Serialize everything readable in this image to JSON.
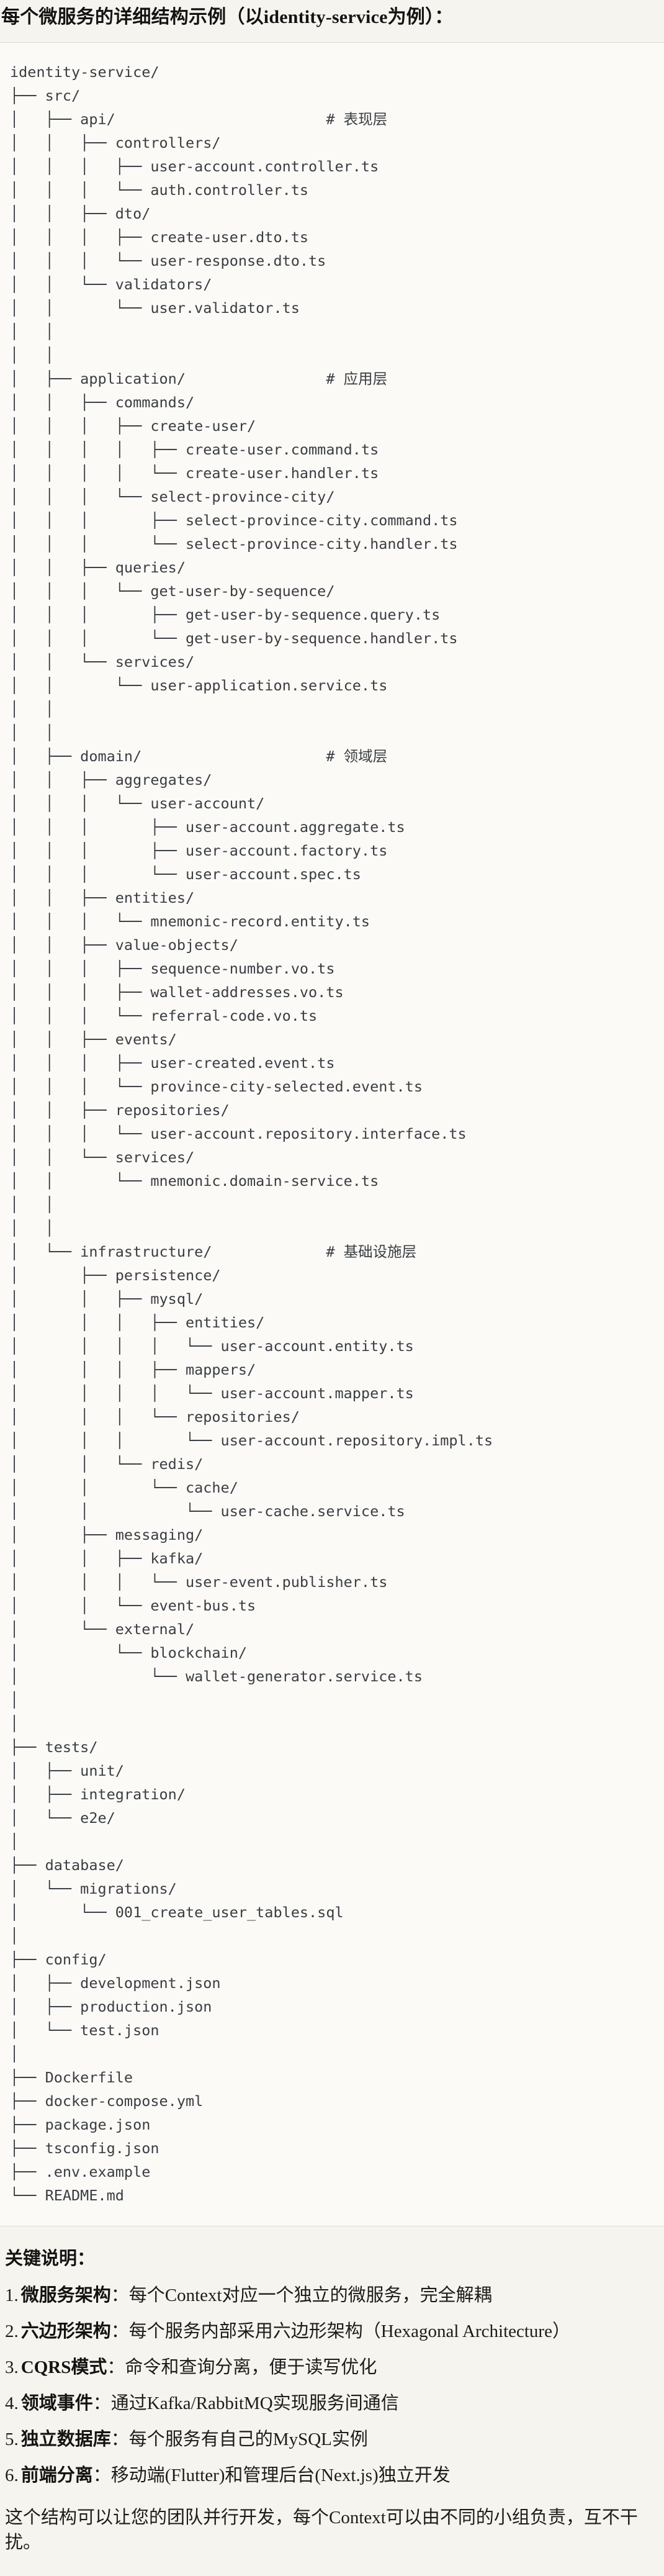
{
  "colors": {
    "page_bg": "#f6f4ef",
    "code_bg": "#fbfaf7",
    "code_border": "#dedcd5",
    "code_text": "#3a3d42",
    "text": "#1d1c1a"
  },
  "header": {
    "title": "每个微服务的详细结构示例（以identity-service为例）："
  },
  "tree": {
    "lines": [
      "identity-service/",
      "├── src/",
      "│   ├── api/                        # 表现层",
      "│   │   ├── controllers/",
      "│   │   │   ├── user-account.controller.ts",
      "│   │   │   └── auth.controller.ts",
      "│   │   ├── dto/",
      "│   │   │   ├── create-user.dto.ts",
      "│   │   │   └── user-response.dto.ts",
      "│   │   └── validators/",
      "│   │       └── user.validator.ts",
      "│   │",
      "│   │",
      "│   ├── application/                # 应用层",
      "│   │   ├── commands/",
      "│   │   │   ├── create-user/",
      "│   │   │   │   ├── create-user.command.ts",
      "│   │   │   │   └── create-user.handler.ts",
      "│   │   │   └── select-province-city/",
      "│   │   │       ├── select-province-city.command.ts",
      "│   │   │       └── select-province-city.handler.ts",
      "│   │   ├── queries/",
      "│   │   │   └── get-user-by-sequence/",
      "│   │   │       ├── get-user-by-sequence.query.ts",
      "│   │   │       └── get-user-by-sequence.handler.ts",
      "│   │   └── services/",
      "│   │       └── user-application.service.ts",
      "│   │",
      "│   │",
      "│   ├── domain/                     # 领域层",
      "│   │   ├── aggregates/",
      "│   │   │   └── user-account/",
      "│   │   │       ├── user-account.aggregate.ts",
      "│   │   │       ├── user-account.factory.ts",
      "│   │   │       └── user-account.spec.ts",
      "│   │   ├── entities/",
      "│   │   │   └── mnemonic-record.entity.ts",
      "│   │   ├── value-objects/",
      "│   │   │   ├── sequence-number.vo.ts",
      "│   │   │   ├── wallet-addresses.vo.ts",
      "│   │   │   └── referral-code.vo.ts",
      "│   │   ├── events/",
      "│   │   │   ├── user-created.event.ts",
      "│   │   │   └── province-city-selected.event.ts",
      "│   │   ├── repositories/",
      "│   │   │   └── user-account.repository.interface.ts",
      "│   │   └── services/",
      "│   │       └── mnemonic.domain-service.ts",
      "│   │",
      "│   │",
      "│   └── infrastructure/             # 基础设施层",
      "│       ├── persistence/",
      "│       │   ├── mysql/",
      "│       │   │   ├── entities/",
      "│       │   │   │   └── user-account.entity.ts",
      "│       │   │   ├── mappers/",
      "│       │   │   │   └── user-account.mapper.ts",
      "│       │   │   └── repositories/",
      "│       │   │       └── user-account.repository.impl.ts",
      "│       │   └── redis/",
      "│       │       └── cache/",
      "│       │           └── user-cache.service.ts",
      "│       ├── messaging/",
      "│       │   ├── kafka/",
      "│       │   │   └── user-event.publisher.ts",
      "│       │   └── event-bus.ts",
      "│       └── external/",
      "│           └── blockchain/",
      "│               └── wallet-generator.service.ts",
      "│",
      "│",
      "├── tests/",
      "│   ├── unit/",
      "│   ├── integration/",
      "│   └── e2e/",
      "│",
      "├── database/",
      "│   └── migrations/",
      "│       └── 001_create_user_tables.sql",
      "│",
      "├── config/",
      "│   ├── development.json",
      "│   ├── production.json",
      "│   └── test.json",
      "│",
      "├── Dockerfile",
      "├── docker-compose.yml",
      "├── package.json",
      "├── tsconfig.json",
      "├── .env.example",
      "└── README.md"
    ]
  },
  "notes": {
    "heading": "关键说明：",
    "items": [
      {
        "num": "1.",
        "term": "微服务架构",
        "colon": "：",
        "text": "每个Context对应一个独立的微服务，完全解耦"
      },
      {
        "num": "2.",
        "term": "六边形架构",
        "colon": "：",
        "text": "每个服务内部采用六边形架构（Hexagonal Architecture）"
      },
      {
        "num": "3.",
        "term": "CQRS模式",
        "colon": "：",
        "text": "命令和查询分离，便于读写优化"
      },
      {
        "num": "4.",
        "term": "领域事件",
        "colon": "：",
        "text": "通过Kafka/RabbitMQ实现服务间通信"
      },
      {
        "num": "5.",
        "term": "独立数据库",
        "colon": "：",
        "text": "每个服务有自己的MySQL实例"
      },
      {
        "num": "6.",
        "term": "前端分离",
        "colon": "：",
        "text": "移动端(Flutter)和管理后台(Next.js)独立开发"
      }
    ],
    "closing": "这个结构可以让您的团队并行开发，每个Context可以由不同的小组负责，互不干扰。"
  }
}
